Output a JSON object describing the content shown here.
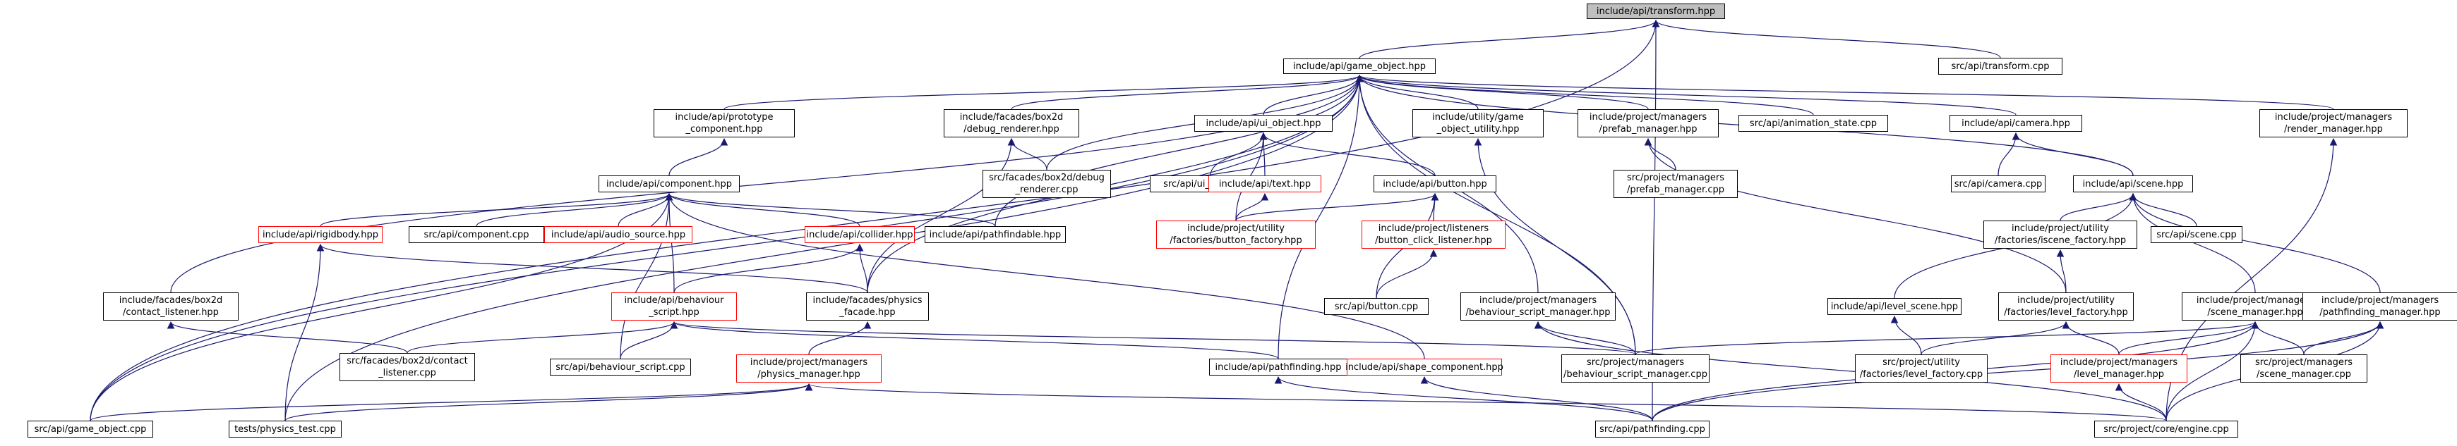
{
  "graph": {
    "edge_color": "#191970",
    "nodes": [
      {
        "id": "transform_hpp",
        "lines": [
          "include/api/transform.hpp"
        ],
        "style": "root"
      },
      {
        "id": "game_object_hpp",
        "lines": [
          "include/api/game_object.hpp"
        ]
      },
      {
        "id": "transform_cpp",
        "lines": [
          "src/api/transform.cpp"
        ]
      },
      {
        "id": "prototype_component_hpp",
        "lines": [
          "include/api/prototype",
          "_component.hpp"
        ]
      },
      {
        "id": "debug_renderer_hpp",
        "lines": [
          "include/facades/box2d",
          "/debug_renderer.hpp"
        ]
      },
      {
        "id": "ui_object_hpp",
        "lines": [
          "include/api/ui_object.hpp"
        ]
      },
      {
        "id": "game_object_utility_hpp",
        "lines": [
          "include/utility/game",
          "_object_utility.hpp"
        ]
      },
      {
        "id": "prefab_manager_hpp",
        "lines": [
          "include/project/managers",
          "/prefab_manager.hpp"
        ]
      },
      {
        "id": "animation_state_cpp",
        "lines": [
          "src/api/animation_state.cpp"
        ]
      },
      {
        "id": "camera_hpp",
        "lines": [
          "include/api/camera.hpp"
        ]
      },
      {
        "id": "render_manager_hpp",
        "lines": [
          "include/project/managers",
          "/render_manager.hpp"
        ]
      },
      {
        "id": "component_hpp",
        "lines": [
          "include/api/component.hpp"
        ]
      },
      {
        "id": "debug_renderer_cpp",
        "lines": [
          "src/facades/box2d/debug",
          "_renderer.cpp"
        ]
      },
      {
        "id": "ui_object_cpp",
        "lines": [
          "src/api/ui_object.cpp"
        ]
      },
      {
        "id": "text_hpp",
        "lines": [
          "include/api/text.hpp"
        ],
        "style": "red"
      },
      {
        "id": "button_hpp",
        "lines": [
          "include/api/button.hpp"
        ]
      },
      {
        "id": "prefab_manager_cpp",
        "lines": [
          "src/project/managers",
          "/prefab_manager.cpp"
        ]
      },
      {
        "id": "camera_cpp",
        "lines": [
          "src/api/camera.cpp"
        ]
      },
      {
        "id": "scene_hpp",
        "lines": [
          "include/api/scene.hpp"
        ]
      },
      {
        "id": "rigidbody_hpp",
        "lines": [
          "include/api/rigidbody.hpp"
        ],
        "style": "red"
      },
      {
        "id": "component_cpp",
        "lines": [
          "src/api/component.cpp"
        ]
      },
      {
        "id": "audio_source_hpp",
        "lines": [
          "include/api/audio_source.hpp"
        ],
        "style": "red"
      },
      {
        "id": "collider_hpp",
        "lines": [
          "include/api/collider.hpp"
        ],
        "style": "red"
      },
      {
        "id": "pathfindable_hpp",
        "lines": [
          "include/api/pathfindable.hpp"
        ]
      },
      {
        "id": "button_factory_hpp",
        "lines": [
          "include/project/utility",
          "/factories/button_factory.hpp"
        ],
        "style": "red"
      },
      {
        "id": "button_click_listener_hpp",
        "lines": [
          "include/project/listeners",
          "/button_click_listener.hpp"
        ],
        "style": "red"
      },
      {
        "id": "scene_factory_hpp",
        "lines": [
          "include/project/utility",
          "/factories/iscene_factory.hpp"
        ]
      },
      {
        "id": "scene_cpp",
        "lines": [
          "src/api/scene.cpp"
        ]
      },
      {
        "id": "contact_listener_hpp",
        "lines": [
          "include/facades/box2d",
          "/contact_listener.hpp"
        ]
      },
      {
        "id": "behaviour_script_hpp",
        "lines": [
          "include/api/behaviour",
          "_script.hpp"
        ],
        "style": "red"
      },
      {
        "id": "physics_facade_hpp",
        "lines": [
          "include/facades/physics",
          "_facade.hpp"
        ]
      },
      {
        "id": "button_cpp",
        "lines": [
          "src/api/button.cpp"
        ]
      },
      {
        "id": "behaviour_script_manager_hpp",
        "lines": [
          "include/project/managers",
          "/behaviour_script_manager.hpp"
        ]
      },
      {
        "id": "level_scene_hpp",
        "lines": [
          "include/api/level_scene.hpp"
        ]
      },
      {
        "id": "level_factory_hpp",
        "lines": [
          "include/project/utility",
          "/factories/level_factory.hpp"
        ]
      },
      {
        "id": "scene_manager_hpp",
        "lines": [
          "include/project/managers",
          "/scene_manager.hpp"
        ]
      },
      {
        "id": "pathfinding_manager_hpp",
        "lines": [
          "include/project/managers",
          "/pathfinding_manager.hpp"
        ]
      },
      {
        "id": "contact_listener_cpp",
        "lines": [
          "src/facades/box2d/contact",
          "_listener.cpp"
        ]
      },
      {
        "id": "behaviour_script_cpp",
        "lines": [
          "src/api/behaviour_script.cpp"
        ]
      },
      {
        "id": "physics_manager_hpp",
        "lines": [
          "include/project/managers",
          "/physics_manager.hpp"
        ],
        "style": "red"
      },
      {
        "id": "pathfinding_hpp",
        "lines": [
          "include/api/pathfinding.hpp"
        ]
      },
      {
        "id": "shape_component_hpp",
        "lines": [
          "include/api/shape_component.hpp"
        ],
        "style": "red"
      },
      {
        "id": "behaviour_script_manager_cpp",
        "lines": [
          "src/project/managers",
          "/behaviour_script_manager.cpp"
        ]
      },
      {
        "id": "level_factory_cpp",
        "lines": [
          "src/project/utility",
          "/factories/level_factory.cpp"
        ]
      },
      {
        "id": "level_manager_hpp",
        "lines": [
          "include/project/managers",
          "/level_manager.hpp"
        ],
        "style": "red"
      },
      {
        "id": "scene_manager_cpp",
        "lines": [
          "src/project/managers",
          "/scene_manager.cpp"
        ]
      },
      {
        "id": "game_object_cpp",
        "lines": [
          "src/api/game_object.cpp"
        ]
      },
      {
        "id": "physics_test_cpp",
        "lines": [
          "tests/physics_test.cpp"
        ]
      },
      {
        "id": "pathfinding_cpp",
        "lines": [
          "src/api/pathfinding.cpp"
        ]
      },
      {
        "id": "engine_cpp",
        "lines": [
          "src/project/core/engine.cpp"
        ]
      }
    ],
    "edges": [
      [
        "game_object_hpp",
        "transform_hpp"
      ],
      [
        "transform_cpp",
        "transform_hpp"
      ],
      [
        "game_object_cpp",
        "transform_hpp"
      ],
      [
        "pathfinding_cpp",
        "transform_hpp"
      ],
      [
        "prototype_component_hpp",
        "game_object_hpp"
      ],
      [
        "debug_renderer_hpp",
        "game_object_hpp"
      ],
      [
        "ui_object_hpp",
        "game_object_hpp"
      ],
      [
        "game_object_utility_hpp",
        "game_object_hpp"
      ],
      [
        "prefab_manager_hpp",
        "game_object_hpp"
      ],
      [
        "animation_state_cpp",
        "game_object_hpp"
      ],
      [
        "camera_hpp",
        "game_object_hpp"
      ],
      [
        "render_manager_hpp",
        "game_object_hpp"
      ],
      [
        "scene_hpp",
        "game_object_hpp"
      ],
      [
        "debug_renderer_cpp",
        "game_object_hpp"
      ],
      [
        "pathfindable_hpp",
        "game_object_hpp"
      ],
      [
        "contact_listener_hpp",
        "game_object_hpp"
      ],
      [
        "physics_facade_hpp",
        "game_object_hpp"
      ],
      [
        "behaviour_script_manager_hpp",
        "game_object_hpp"
      ],
      [
        "behaviour_script_manager_cpp",
        "game_object_hpp"
      ],
      [
        "pathfinding_hpp",
        "game_object_hpp"
      ],
      [
        "game_object_cpp",
        "game_object_hpp"
      ],
      [
        "physics_test_cpp",
        "game_object_hpp"
      ],
      [
        "component_hpp",
        "prototype_component_hpp"
      ],
      [
        "debug_renderer_cpp",
        "debug_renderer_hpp"
      ],
      [
        "physics_facade_hpp",
        "debug_renderer_hpp"
      ],
      [
        "ui_object_cpp",
        "ui_object_hpp"
      ],
      [
        "text_hpp",
        "ui_object_hpp"
      ],
      [
        "button_hpp",
        "ui_object_hpp"
      ],
      [
        "button_factory_hpp",
        "ui_object_hpp"
      ],
      [
        "behaviour_script_manager_cpp",
        "game_object_utility_hpp"
      ],
      [
        "prefab_manager_cpp",
        "prefab_manager_hpp"
      ],
      [
        "level_factory_hpp",
        "prefab_manager_hpp"
      ],
      [
        "camera_cpp",
        "camera_hpp"
      ],
      [
        "scene_hpp",
        "camera_hpp"
      ],
      [
        "engine_cpp",
        "render_manager_hpp"
      ],
      [
        "rigidbody_hpp",
        "component_hpp"
      ],
      [
        "component_cpp",
        "component_hpp"
      ],
      [
        "audio_source_hpp",
        "component_hpp"
      ],
      [
        "collider_hpp",
        "component_hpp"
      ],
      [
        "pathfindable_hpp",
        "component_hpp"
      ],
      [
        "behaviour_script_hpp",
        "component_hpp"
      ],
      [
        "shape_component_hpp",
        "component_hpp"
      ],
      [
        "behaviour_script_cpp",
        "component_hpp"
      ],
      [
        "game_object_cpp",
        "component_hpp"
      ],
      [
        "button_factory_hpp",
        "text_hpp"
      ],
      [
        "button_factory_hpp",
        "button_hpp"
      ],
      [
        "button_click_listener_hpp",
        "button_hpp"
      ],
      [
        "button_cpp",
        "button_hpp"
      ],
      [
        "button_cpp",
        "button_click_listener_hpp"
      ],
      [
        "scene_factory_hpp",
        "scene_hpp"
      ],
      [
        "scene_cpp",
        "scene_hpp"
      ],
      [
        "level_scene_hpp",
        "scene_hpp"
      ],
      [
        "scene_manager_hpp",
        "scene_hpp"
      ],
      [
        "pathfinding_manager_hpp",
        "scene_hpp"
      ],
      [
        "level_factory_hpp",
        "scene_factory_hpp"
      ],
      [
        "physics_facade_hpp",
        "rigidbody_hpp"
      ],
      [
        "physics_test_cpp",
        "rigidbody_hpp"
      ],
      [
        "behaviour_script_hpp",
        "collider_hpp"
      ],
      [
        "physics_facade_hpp",
        "collider_hpp"
      ],
      [
        "contact_listener_cpp",
        "contact_listener_hpp"
      ],
      [
        "contact_listener_cpp",
        "behaviour_script_hpp"
      ],
      [
        "behaviour_script_cpp",
        "behaviour_script_hpp"
      ],
      [
        "behaviour_script_manager_cpp",
        "behaviour_script_hpp"
      ],
      [
        "pathfinding_hpp",
        "behaviour_script_hpp"
      ],
      [
        "physics_manager_hpp",
        "physics_facade_hpp"
      ],
      [
        "behaviour_script_manager_cpp",
        "behaviour_script_manager_hpp"
      ],
      [
        "engine_cpp",
        "behaviour_script_manager_hpp"
      ],
      [
        "level_factory_cpp",
        "level_scene_hpp"
      ],
      [
        "level_factory_cpp",
        "level_factory_hpp"
      ],
      [
        "level_manager_hpp",
        "level_factory_hpp"
      ],
      [
        "behaviour_script_manager_cpp",
        "scene_manager_hpp"
      ],
      [
        "level_manager_hpp",
        "scene_manager_hpp"
      ],
      [
        "scene_manager_cpp",
        "scene_manager_hpp"
      ],
      [
        "engine_cpp",
        "scene_manager_hpp"
      ],
      [
        "pathfinding_cpp",
        "scene_manager_hpp"
      ],
      [
        "scene_manager_cpp",
        "pathfinding_manager_hpp"
      ],
      [
        "engine_cpp",
        "pathfinding_manager_hpp"
      ],
      [
        "pathfinding_cpp",
        "pathfinding_manager_hpp"
      ],
      [
        "game_object_cpp",
        "physics_manager_hpp"
      ],
      [
        "physics_test_cpp",
        "physics_manager_hpp"
      ],
      [
        "engine_cpp",
        "physics_manager_hpp"
      ],
      [
        "pathfinding_cpp",
        "pathfinding_hpp"
      ],
      [
        "pathfinding_cpp",
        "shape_component_hpp"
      ],
      [
        "engine_cpp",
        "level_manager_hpp"
      ]
    ]
  }
}
